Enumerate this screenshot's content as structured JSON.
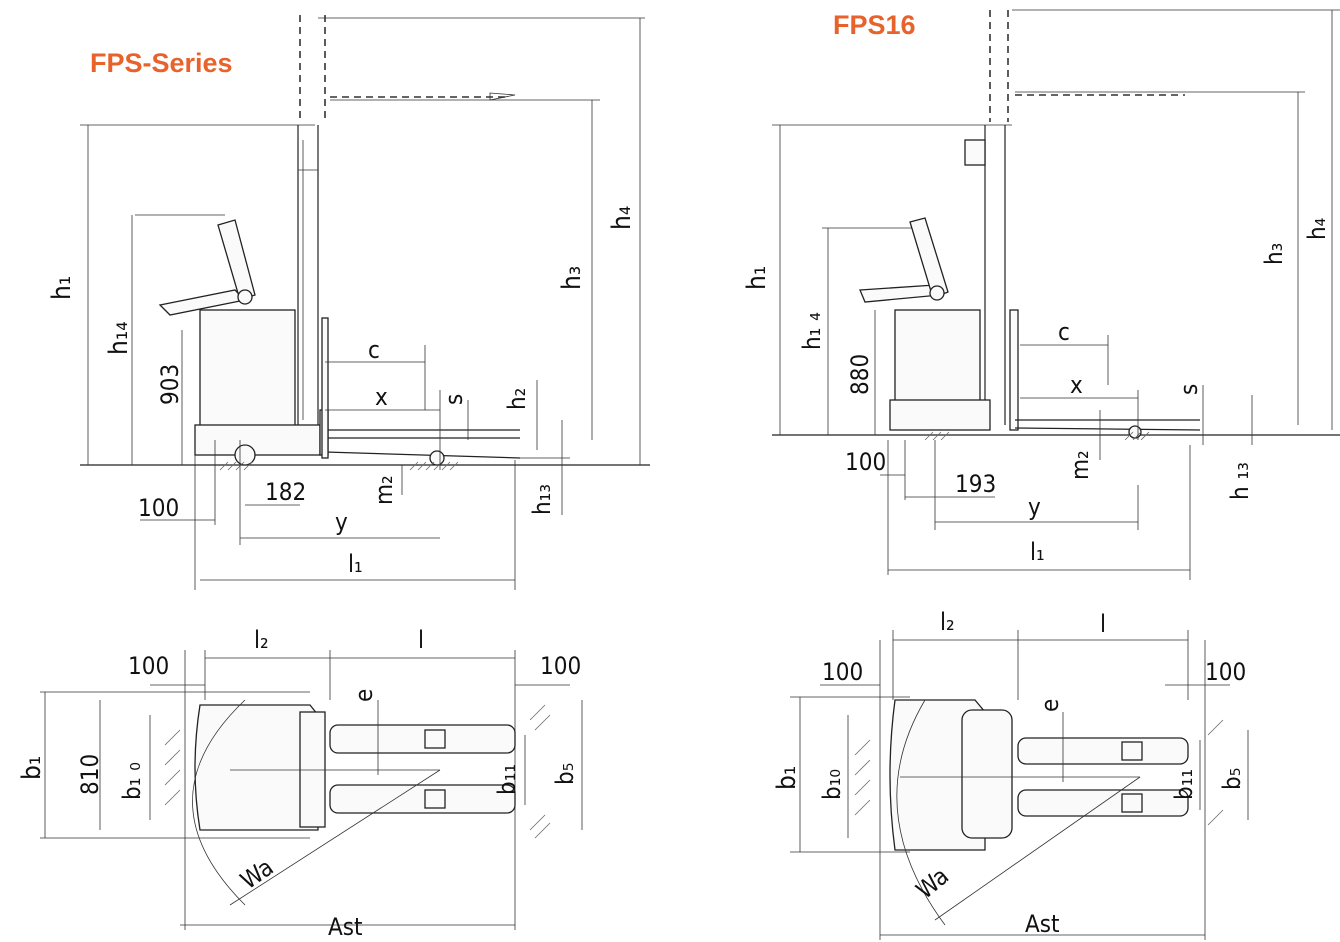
{
  "titles": {
    "left": "FPS-Series",
    "right": "FPS16"
  },
  "left_side_view_labels": {
    "h1": "h₁",
    "h14": "h₁₄",
    "v903": "903",
    "c": "c",
    "x": "x",
    "s": "s",
    "h2": "h₂",
    "h13": "h₁₃",
    "m2": "m₂",
    "v182": "182",
    "v100": "100",
    "y": "y",
    "l1": "l₁",
    "h3": "h₃",
    "h4": "h₄"
  },
  "left_top_view_labels": {
    "v100a": "100",
    "l2": "l₂",
    "l": "l",
    "v100b": "100",
    "e": "e",
    "b1": "b₁",
    "v810": "810",
    "b10": "b₁ ₀",
    "b11": "b₁₁",
    "b5": "b₅",
    "Wa": "Wa",
    "Ast": "Ast"
  },
  "right_side_view_labels": {
    "h1": "h₁",
    "h14": "h₁ ₄",
    "v880": "880",
    "c": "c",
    "x": "x",
    "s": "s",
    "h3": "h₃",
    "h4": "h₄",
    "v100": "100",
    "m2": "m₂",
    "v193": "193",
    "h13": "h ₁₃",
    "y": "y",
    "l1": "l₁"
  },
  "right_top_view_labels": {
    "l2": "l₂",
    "l": "l",
    "v100a": "100",
    "v100b": "100",
    "e": "e",
    "b1": "b₁",
    "b10": "b₁₀",
    "b11": "b₁₁",
    "b5": "b₅",
    "Wa": "Wa",
    "Ast": "Ast"
  }
}
